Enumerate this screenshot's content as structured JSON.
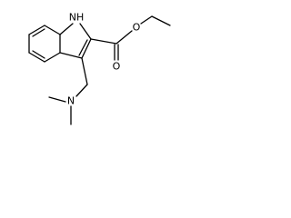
{
  "molecule": {
    "atom_labels": {
      "nh_label": "NH",
      "ester_carbonyl_o": "O",
      "ester_ether_o": "O",
      "amine_n": "N"
    },
    "colors": {
      "ink": "#000000",
      "background": "#ffffff"
    }
  }
}
